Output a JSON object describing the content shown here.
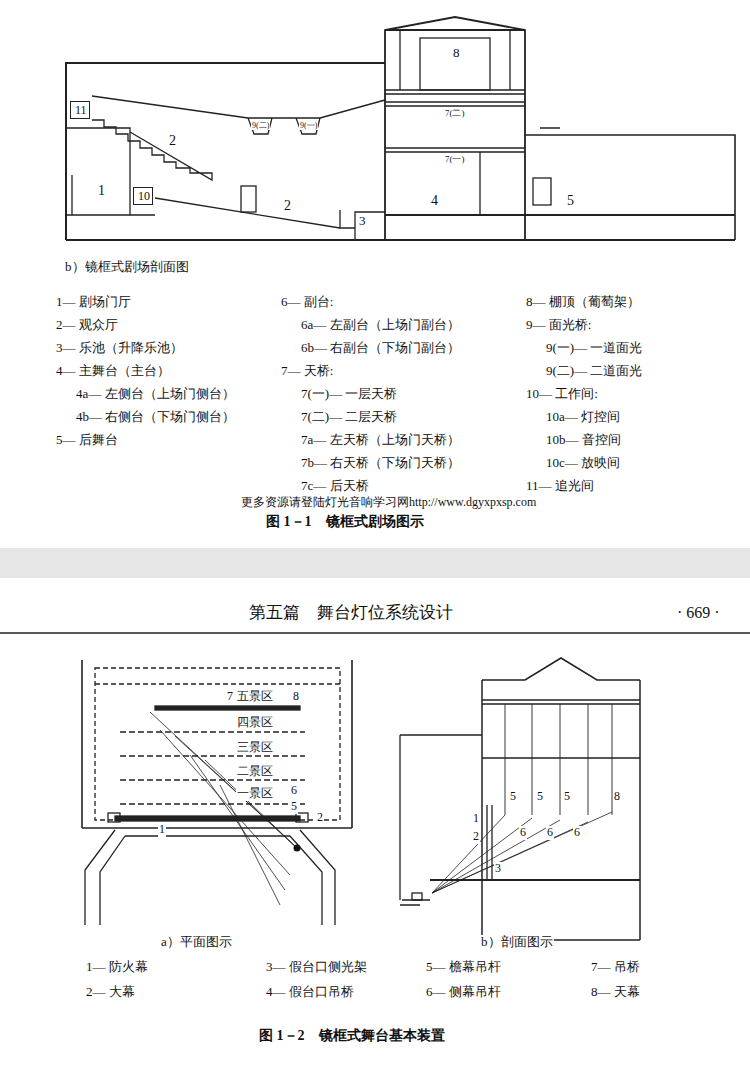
{
  "diagram": {
    "nodes": [
      {
        "text": [
          "11"
        ]
      },
      {
        "text": [
          "10"
        ]
      }
    ],
    "labels": [
      "1",
      "2",
      "2",
      "3",
      "4",
      "5",
      "8",
      "7(二)",
      "7(一)",
      "9(二)",
      "9(一)",
      "b）镜框式剧场剖面图",
      "1— 剧场门厅",
      "2— 观众厅",
      "3— 乐池（升降乐池）",
      "4— 主舞台（主台）",
      "4a— 左侧台（上场门侧台）",
      "4b— 右侧台（下场门侧台）",
      "5— 后舞台",
      "6— 副台:",
      "6a— 左副台（上场门副台）",
      "6b— 右副台（下场门副台）",
      "7— 天桥:",
      "7(一)— 一层天桥",
      "7(二)— 二层天桥",
      "7a— 左天桥（上场门天桥）",
      "7b— 右天桥（下场门天桥）",
      "7c— 后天桥",
      "8— 棚顶（葡萄架）",
      "9— 面光桥:",
      "9(一)— 一道面光",
      "9(二)— 二道面光",
      "10— 工作间:",
      "10a— 灯控间",
      "10b— 音控间",
      "10c— 放映间",
      "11— 追光间",
      "更多资源请登陆灯光音响学习网http://www.dgyxpxsp.com",
      "图 1－1　镜框式剧场图示",
      "第五篇　舞台灯位系统设计",
      "· 669 ·",
      "7",
      "五景区",
      "8",
      "四景区",
      "三景区",
      "二景区",
      "一景区",
      "6",
      "5",
      "1",
      "2",
      "a）平面图示",
      "5",
      "5",
      "5",
      "8",
      "6",
      "6",
      "6",
      "1",
      "2",
      "3",
      "b）剖面图示",
      "1— 防火幕",
      "3— 假台口侧光架",
      "5— 檐幕吊杆",
      "7— 吊桥",
      "2— 大幕",
      "4— 假台口吊桥",
      "6— 侧幕吊杆",
      "8— 天幕",
      "图 1－2　镜框式舞台基本装置"
    ]
  }
}
